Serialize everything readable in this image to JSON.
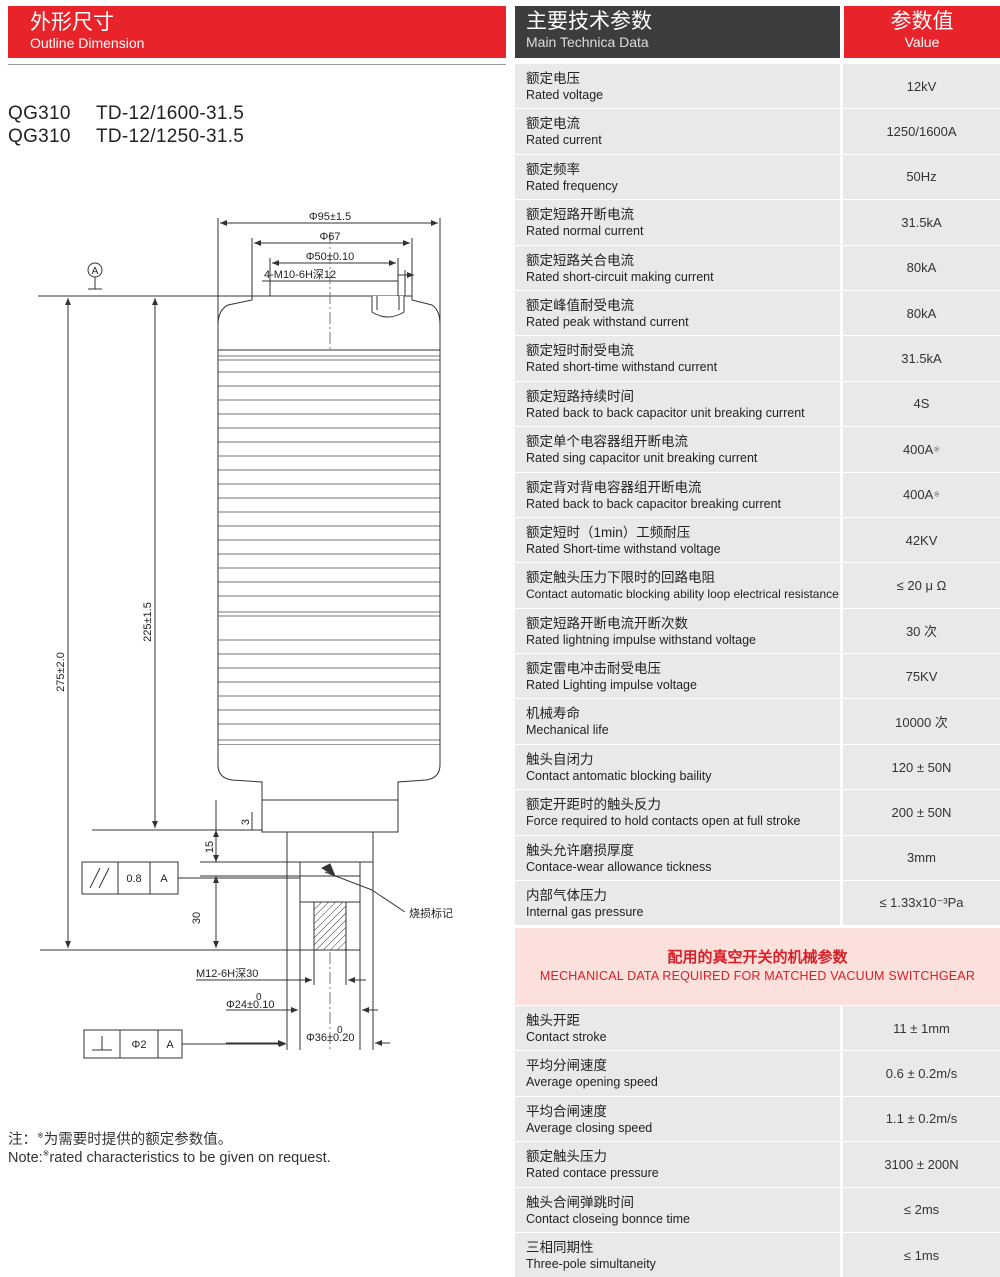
{
  "outline": {
    "title_zh": "外形尺寸",
    "title_en": "Outline Dimension",
    "models": [
      {
        "name": "QG310",
        "code": "TD-12/1600-31.5"
      },
      {
        "name": "QG310",
        "code": "TD-12/1250-31.5"
      }
    ],
    "drawing": {
      "datum": "A",
      "dim_outer": "Φ95±1.5",
      "dim_67": "Φ67",
      "dim_50": "Φ50±0.10",
      "dim_thread_top": "4-M10-6H深12",
      "dim_275": "275±2.0",
      "dim_225": "225±1.5",
      "dim_3": "3",
      "dim_15": "15",
      "dim_30": "30",
      "parallel_tol": "0.8",
      "parallel_ref": "A",
      "burn_mark": "烧损标记",
      "dim_m12": "M12-6H深30",
      "dim_24_upper": "0",
      "dim_24": "Φ24±0.10",
      "dim_36_upper": "0",
      "dim_36": "Φ36±0.20",
      "perp_tol": "Φ2",
      "perp_ref": "A"
    },
    "note_zh": "注：",
    "note_zh_text": "为需要时提供的额定参数值。",
    "note_en": "Note:",
    "note_en_text": "rated characteristics to be given on request.",
    "note_mark": "※"
  },
  "tech": {
    "header_zh": "主要技术参数",
    "header_en": "Main Technica Data",
    "value_zh": "参数值",
    "value_en": "Value",
    "rows": [
      {
        "zh": "额定电压",
        "en": "Rated voltage",
        "value": "12kV",
        "mark": ""
      },
      {
        "zh": "额定电流",
        "en": "Rated current",
        "value": "1250/1600A",
        "mark": ""
      },
      {
        "zh": "额定频率",
        "en": "Rated frequency",
        "value": "50Hz",
        "mark": ""
      },
      {
        "zh": "额定短路开断电流",
        "en": "Rated normal current",
        "value": "31.5kA",
        "mark": ""
      },
      {
        "zh": "额定短路关合电流",
        "en": "Rated short-circuit making current",
        "value": "80kA",
        "mark": ""
      },
      {
        "zh": "额定峰值耐受电流",
        "en": "Rated peak withstand current",
        "value": "80kA",
        "mark": ""
      },
      {
        "zh": "额定短时耐受电流",
        "en": "Rated short-time withstand current",
        "value": "31.5kA",
        "mark": ""
      },
      {
        "zh": "额定短路持续时间",
        "en": "Rated back to back capacitor unit breaking current",
        "value": "4S",
        "mark": ""
      },
      {
        "zh": "额定单个电容器组开断电流",
        "en": "Rated sing capacitor unit breaking current",
        "value": "400A",
        "mark": "※"
      },
      {
        "zh": "额定背对背电容器组开断电流",
        "en": "Rated back to back capacitor breaking current",
        "value": "400A",
        "mark": "※"
      },
      {
        "zh": "额定短时（1min）工频耐压",
        "en": "Rated Short-time withstand voltage",
        "value": "42KV",
        "mark": ""
      },
      {
        "zh": "额定触头压力下限时的回路电阻",
        "en": "Contact automatic blocking ability loop electrical resistance",
        "value": "≤ 20 μ Ω",
        "mark": ""
      },
      {
        "zh": "额定短路开断电流开断次数",
        "en": "Rated lightning impulse withstand voltage",
        "value": "30 次",
        "mark": ""
      },
      {
        "zh": "额定雷电冲击耐受电压",
        "en": "Rated Lighting impulse  voltage",
        "value": "75KV",
        "mark": ""
      },
      {
        "zh": "机械寿命",
        "en": "Mechanical life",
        "value": "10000 次",
        "mark": ""
      },
      {
        "zh": "触头自闭力",
        "en": "Contact antomatic blocking baility",
        "value": "120 ± 50N",
        "mark": ""
      },
      {
        "zh": "额定开距时的触头反力",
        "en": "Force required to hold contacts open at full stroke",
        "value": "200 ± 50N",
        "mark": ""
      },
      {
        "zh": "触头允许磨损厚度",
        "en": "Contace-wear allowance tickness",
        "value": "3mm",
        "mark": ""
      },
      {
        "zh": "内部气体压力",
        "en": "Internal gas pressure",
        "value": "≤ 1.33x10⁻³Pa",
        "mark": ""
      }
    ]
  },
  "mech": {
    "title_zh": "配用的真空开关的机械参数",
    "title_en": "MECHANICAL DATA REQUIRED FOR MATCHED VACUUM SWITCHGEAR",
    "rows": [
      {
        "zh": "触头开距",
        "en": "Contact stroke",
        "value": "11 ± 1mm"
      },
      {
        "zh": "平均分闸速度",
        "en": "Average opening speed",
        "value": "0.6 ± 0.2m/s"
      },
      {
        "zh": "平均合闸速度",
        "en": "Average closing speed",
        "value": "1.1 ± 0.2m/s"
      },
      {
        "zh": "额定触头压力",
        "en": "Rated contace pressure",
        "value": "3100 ± 200N"
      },
      {
        "zh": "触头合闸弹跳时间",
        "en": "Contact closeing bonnce time",
        "value": "≤ 2ms"
      },
      {
        "zh": "三相同期性",
        "en": "Three-pole simultaneity",
        "value": "≤ 1ms"
      }
    ]
  },
  "colors": {
    "accent_red": "#e8232a",
    "header_dark": "#3d3d3d",
    "row_gray": "#e9e9e9",
    "sub_pink": "#fbe0dc"
  }
}
